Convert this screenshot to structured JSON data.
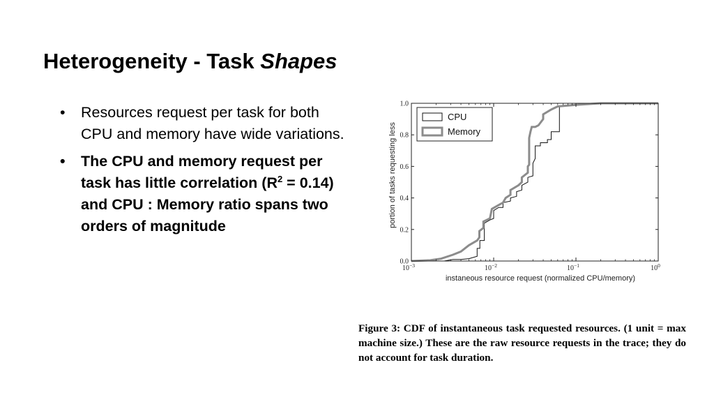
{
  "slide": {
    "title_plain": "Heterogeneity - Task",
    "title_italic": "Shapes",
    "bullets": [
      {
        "marker": "•",
        "text": "Resources request per task for both CPU and memory have wide variations."
      },
      {
        "marker": "•",
        "pre": "The CPU and memory request per task has little correlation (R",
        "sup": "2",
        "post": " = 0.14) and CPU : Memory ratio spans two orders of magnitude"
      }
    ],
    "caption": "Figure 3: CDF of instantaneous task requested resources. (1 unit = max machine size.) These are the raw resource requests in the trace; they do not account for task duration."
  },
  "chart_data": {
    "type": "line",
    "step": true,
    "xscale": "log",
    "xlim": [
      0.001,
      1
    ],
    "ylim": [
      0,
      1
    ],
    "xlabel": "instaneous resource request (normalized CPU/memory)",
    "ylabel": "portion of tasks requesting less",
    "x_tick_labels": [
      {
        "base": "10",
        "exp": "−3",
        "value": 0.001
      },
      {
        "base": "10",
        "exp": "−2",
        "value": 0.01
      },
      {
        "base": "10",
        "exp": "−1",
        "value": 0.1
      },
      {
        "base": "10",
        "exp": "0",
        "value": 1
      }
    ],
    "y_tick_labels": [
      "0.0",
      "0.2",
      "0.4",
      "0.6",
      "0.8",
      "1.0"
    ],
    "legend_position": "top-left",
    "series": [
      {
        "name": "CPU",
        "color": "#111111",
        "width": 1,
        "points": [
          [
            0.001,
            0.0
          ],
          [
            0.0025,
            0.0
          ],
          [
            0.0032,
            0.01
          ],
          [
            0.004,
            0.01
          ],
          [
            0.005,
            0.015
          ],
          [
            0.0063,
            0.03
          ],
          [
            0.0063,
            0.08
          ],
          [
            0.0068,
            0.08
          ],
          [
            0.0068,
            0.13
          ],
          [
            0.0077,
            0.13
          ],
          [
            0.0077,
            0.24
          ],
          [
            0.009,
            0.26
          ],
          [
            0.01,
            0.27
          ],
          [
            0.01,
            0.32
          ],
          [
            0.0115,
            0.34
          ],
          [
            0.013,
            0.34
          ],
          [
            0.013,
            0.37
          ],
          [
            0.016,
            0.38
          ],
          [
            0.016,
            0.4
          ],
          [
            0.019,
            0.41
          ],
          [
            0.019,
            0.44
          ],
          [
            0.022,
            0.45
          ],
          [
            0.022,
            0.48
          ],
          [
            0.026,
            0.5
          ],
          [
            0.026,
            0.53
          ],
          [
            0.03,
            0.54
          ],
          [
            0.03,
            0.62
          ],
          [
            0.032,
            0.65
          ],
          [
            0.032,
            0.73
          ],
          [
            0.037,
            0.73
          ],
          [
            0.037,
            0.75
          ],
          [
            0.045,
            0.75
          ],
          [
            0.045,
            0.77
          ],
          [
            0.05,
            0.77
          ],
          [
            0.05,
            0.82
          ],
          [
            0.063,
            0.82
          ],
          [
            0.063,
            0.98
          ],
          [
            0.1,
            0.99
          ],
          [
            0.2,
            1.0
          ],
          [
            1.0,
            1.0
          ]
        ]
      },
      {
        "name": "Memory",
        "color": "#8c8c8c",
        "width": 3,
        "points": [
          [
            0.001,
            0.0
          ],
          [
            0.0017,
            0.005
          ],
          [
            0.0023,
            0.015
          ],
          [
            0.0032,
            0.04
          ],
          [
            0.004,
            0.06
          ],
          [
            0.005,
            0.1
          ],
          [
            0.0063,
            0.13
          ],
          [
            0.0067,
            0.15
          ],
          [
            0.0067,
            0.19
          ],
          [
            0.0075,
            0.21
          ],
          [
            0.0075,
            0.25
          ],
          [
            0.009,
            0.27
          ],
          [
            0.0095,
            0.33
          ],
          [
            0.012,
            0.36
          ],
          [
            0.013,
            0.37
          ],
          [
            0.014,
            0.4
          ],
          [
            0.016,
            0.42
          ],
          [
            0.016,
            0.45
          ],
          [
            0.02,
            0.48
          ],
          [
            0.022,
            0.5
          ],
          [
            0.022,
            0.53
          ],
          [
            0.026,
            0.56
          ],
          [
            0.026,
            0.6
          ],
          [
            0.027,
            0.61
          ],
          [
            0.027,
            0.78
          ],
          [
            0.028,
            0.82
          ],
          [
            0.029,
            0.85
          ],
          [
            0.032,
            0.85
          ],
          [
            0.035,
            0.86
          ],
          [
            0.04,
            0.9
          ],
          [
            0.04,
            0.93
          ],
          [
            0.05,
            0.96
          ],
          [
            0.06,
            0.98
          ],
          [
            0.1,
            0.99
          ],
          [
            0.2,
            1.0
          ],
          [
            1.0,
            1.0
          ]
        ]
      }
    ]
  }
}
